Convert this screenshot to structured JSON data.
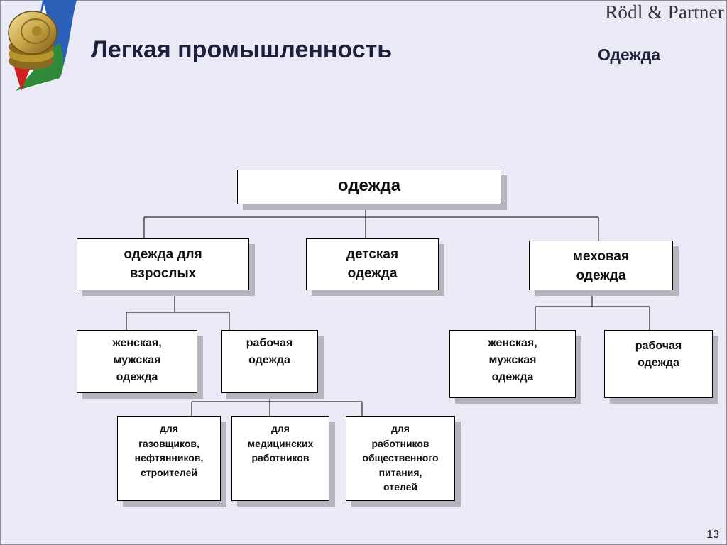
{
  "header": {
    "brand": "Rödl & Partner",
    "title": "Легкая промышленность",
    "subtitle": "Одежда"
  },
  "diagram": {
    "root": "одежда",
    "adult": "одежда для\nвзрослых",
    "children": "детская\nодежда",
    "fur": "меховая\nодежда",
    "adult_casual": "женская,\nмужская\nодежда",
    "adult_work": "рабочая\nодежда",
    "fur_casual": "женская,\nмужская\nодежда",
    "fur_work": "рабочая\nодежда",
    "work_gas": "для\nгазовщиков,\nнефтянников,\nстроителей",
    "work_medical": "для\nмедицинских\nработников",
    "work_catering": "для\nработников\nобщественного\nпитания,\nотелей"
  },
  "footer": {
    "page_number": "13"
  },
  "colors": {
    "background": "#eaeaf6",
    "title": "#1f1f3c",
    "shadow": "#b4b4bc"
  }
}
